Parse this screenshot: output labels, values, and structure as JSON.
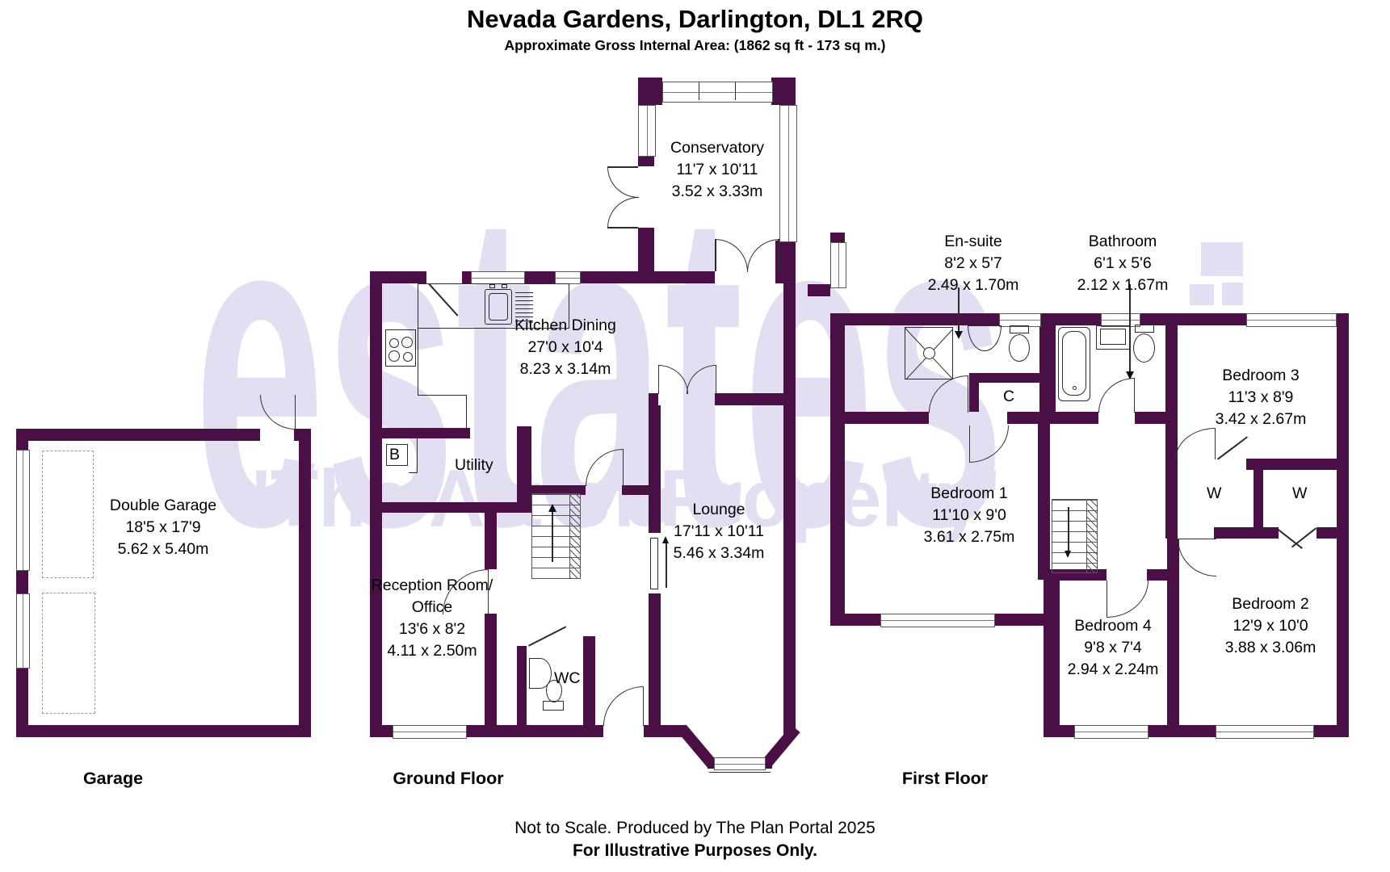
{
  "header": {
    "title": "Nevada Gardens, Darlington, DL1 2RQ",
    "subtitle": "Approximate Gross Internal Area: (1862 sq ft - 173 sq m.)"
  },
  "watermark": {
    "brand": "estates",
    "slogan": "'The Art of Property'"
  },
  "colors": {
    "wall": "#4a1046",
    "watermark": "#e3def1"
  },
  "floor_labels": {
    "garage": "Garage",
    "ground": "Ground Floor",
    "first": "First Floor"
  },
  "rooms": {
    "double_garage": {
      "name": "Double Garage",
      "imperial": "18'5 x 17'9",
      "metric": "5.62 x 5.40m"
    },
    "conservatory": {
      "name": "Conservatory",
      "imperial": "11'7 x 10'11",
      "metric": "3.52 x 3.33m"
    },
    "kitchen_dining": {
      "name": "Kitchen Dining",
      "imperial": "27'0 x 10'4",
      "metric": "8.23 x 3.14m"
    },
    "lounge": {
      "name": "Lounge",
      "imperial": "17'11 x 10'11",
      "metric": "5.46 x 3.34m"
    },
    "reception": {
      "name_line1": "Reception Room/",
      "name_line2": "Office",
      "imperial": "13'6 x 8'2",
      "metric": "4.11 x 2.50m"
    },
    "utility": {
      "name": "Utility"
    },
    "wc": {
      "name": "WC"
    },
    "boiler": {
      "name": "B"
    },
    "ensuite": {
      "name": "En-suite",
      "imperial": "8'2 x 5'7",
      "metric": "2.49 x 1.70m"
    },
    "bathroom": {
      "name": "Bathroom",
      "imperial": "6'1 x 5'6",
      "metric": "2.12 x 1.67m"
    },
    "bedroom1": {
      "name": "Bedroom 1",
      "imperial": "11'10 x 9'0",
      "metric": "3.61 x 2.75m"
    },
    "bedroom2": {
      "name": "Bedroom 2",
      "imperial": "12'9 x 10'0",
      "metric": "3.88 x 3.06m"
    },
    "bedroom3": {
      "name": "Bedroom 3",
      "imperial": "11'3 x 8'9",
      "metric": "3.42 x 2.67m"
    },
    "bedroom4": {
      "name": "Bedroom 4",
      "imperial": "9'8 x 7'4",
      "metric": "2.94 x 2.24m"
    },
    "cupboard": {
      "name": "C"
    },
    "wardrobe1": {
      "name": "W"
    },
    "wardrobe2": {
      "name": "W"
    }
  },
  "footer": {
    "line1": "Not to Scale. Produced by The Plan Portal 2025",
    "line2": "For Illustrative Purposes Only."
  }
}
